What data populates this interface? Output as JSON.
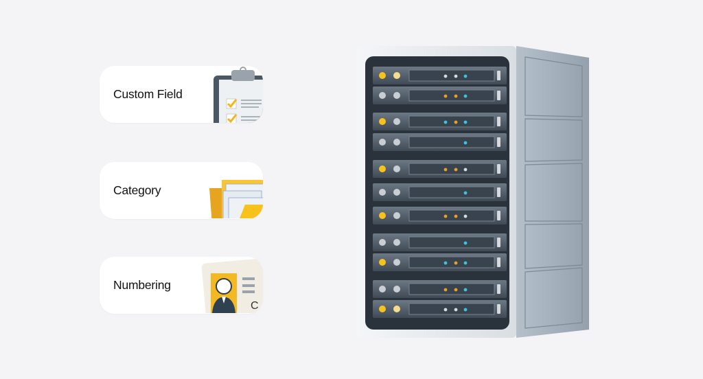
{
  "cards": [
    {
      "label": "Custom Field",
      "icon": "clipboard-checklist-icon"
    },
    {
      "label": "Category",
      "icon": "folder-documents-icon"
    },
    {
      "label": "Numbering",
      "icon": "id-card-icon"
    }
  ],
  "server": {
    "icon": "server-rack-icon",
    "colors": {
      "yellow": "#f8c21c",
      "pale": "#f5dc8e",
      "grey": "#c9ced4",
      "orange": "#e9a020",
      "cyan": "#3cc3e0",
      "white": "#d8dbe0"
    },
    "units": [
      {
        "leds": [
          "yellow",
          "pale"
        ],
        "dots": [
          "white",
          "white",
          "cyan"
        ]
      },
      {
        "leds": [
          "grey",
          "grey"
        ],
        "dots": [
          "orange",
          "orange",
          "cyan"
        ]
      },
      {
        "leds": [
          "yellow",
          "grey"
        ],
        "dots": [
          "cyan",
          "orange",
          "cyan"
        ]
      },
      {
        "leds": [
          "grey",
          "grey"
        ],
        "dots": [
          "",
          "",
          "cyan"
        ]
      },
      {
        "leds": [
          "yellow",
          "grey"
        ],
        "dots": [
          "orange",
          "orange",
          "white"
        ]
      },
      {
        "leds": [
          "grey",
          "grey"
        ],
        "dots": [
          "",
          "",
          "cyan"
        ]
      },
      {
        "leds": [
          "yellow",
          "grey"
        ],
        "dots": [
          "orange",
          "orange",
          "white"
        ]
      },
      {
        "leds": [
          "grey",
          "grey"
        ],
        "dots": [
          "",
          "",
          "cyan"
        ]
      },
      {
        "leds": [
          "yellow",
          "grey"
        ],
        "dots": [
          "cyan",
          "orange",
          "cyan"
        ]
      },
      {
        "leds": [
          "grey",
          "grey"
        ],
        "dots": [
          "orange",
          "orange",
          "cyan"
        ]
      },
      {
        "leds": [
          "yellow",
          "pale"
        ],
        "dots": [
          "white",
          "white",
          "cyan"
        ]
      }
    ]
  }
}
